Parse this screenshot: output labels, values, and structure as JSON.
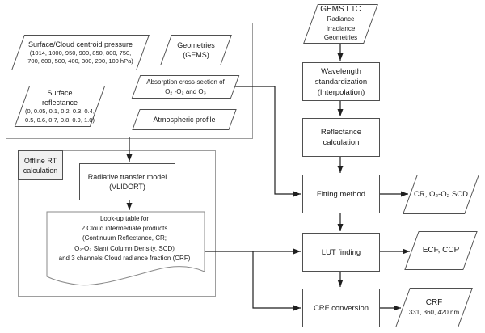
{
  "colors": {
    "shape_border": "#4f4f4f",
    "container_border": "#9e9e9e",
    "document_border": "#8a8a8a",
    "connector": "#1f1f1f",
    "label_fill": "#f0f0f0",
    "background": "#ffffff",
    "text": "#1a1a1a"
  },
  "inputs": {
    "pressure": {
      "title": "Surface/Cloud centroid pressure",
      "values1": "(1014, 1000, 950, 900, 850, 800, 750,",
      "values2": "700, 600, 500, 400, 300, 200, 100 hPa)"
    },
    "geometries": {
      "title": "Geometries",
      "subtitle": "(GEMS)"
    },
    "reflectance": {
      "title1": "Surface",
      "title2": "reflectance",
      "values1": "(0, 0.05, 0.1, 0.2, 0.3, 0.4,",
      "values2": "0.5, 0.6, 0.7, 0.8, 0.9, 1.0)"
    },
    "absorption": {
      "line1": "Absorption cross-section of",
      "line2": "O₂ -O₂ and O₃"
    },
    "atmosphere": {
      "label": "Atmospheric profile"
    }
  },
  "offline": {
    "label": {
      "line1": "Offline RT",
      "line2": "calculation"
    },
    "rt_model": {
      "line1": "Radiative transfer model",
      "line2": "(VLIDORT)"
    },
    "lut": {
      "lines": [
        "Look-up table for",
        "2 Cloud intermediate products",
        "(Continuum Reflectance, CR;",
        "O₂-O₂ Slant Column Density, SCD)",
        "and 3 channels Cloud radiance fraction (CRF)"
      ]
    }
  },
  "pipeline": {
    "gems_l1c": {
      "title": "GEMS L1C",
      "line2": "Radiance",
      "line3": "Irradiance",
      "line4": "Geometries"
    },
    "wavelength": {
      "line1": "Wavelength",
      "line2": "standardization",
      "line3": "(Interpolation)"
    },
    "reflect_calc": {
      "line1": "Reflectance",
      "line2": "calculation"
    },
    "fitting": {
      "label": "Fitting method"
    },
    "lut_finding": {
      "label": "LUT finding"
    },
    "crf_conversion": {
      "label": "CRF conversion"
    }
  },
  "outputs": {
    "cr_scd": {
      "label": "CR, O₂-O₂ SCD"
    },
    "ecf_ccp": {
      "label": "ECF, CCP"
    },
    "crf": {
      "title": "CRF",
      "subtitle": "331, 360, 420 nm"
    }
  }
}
